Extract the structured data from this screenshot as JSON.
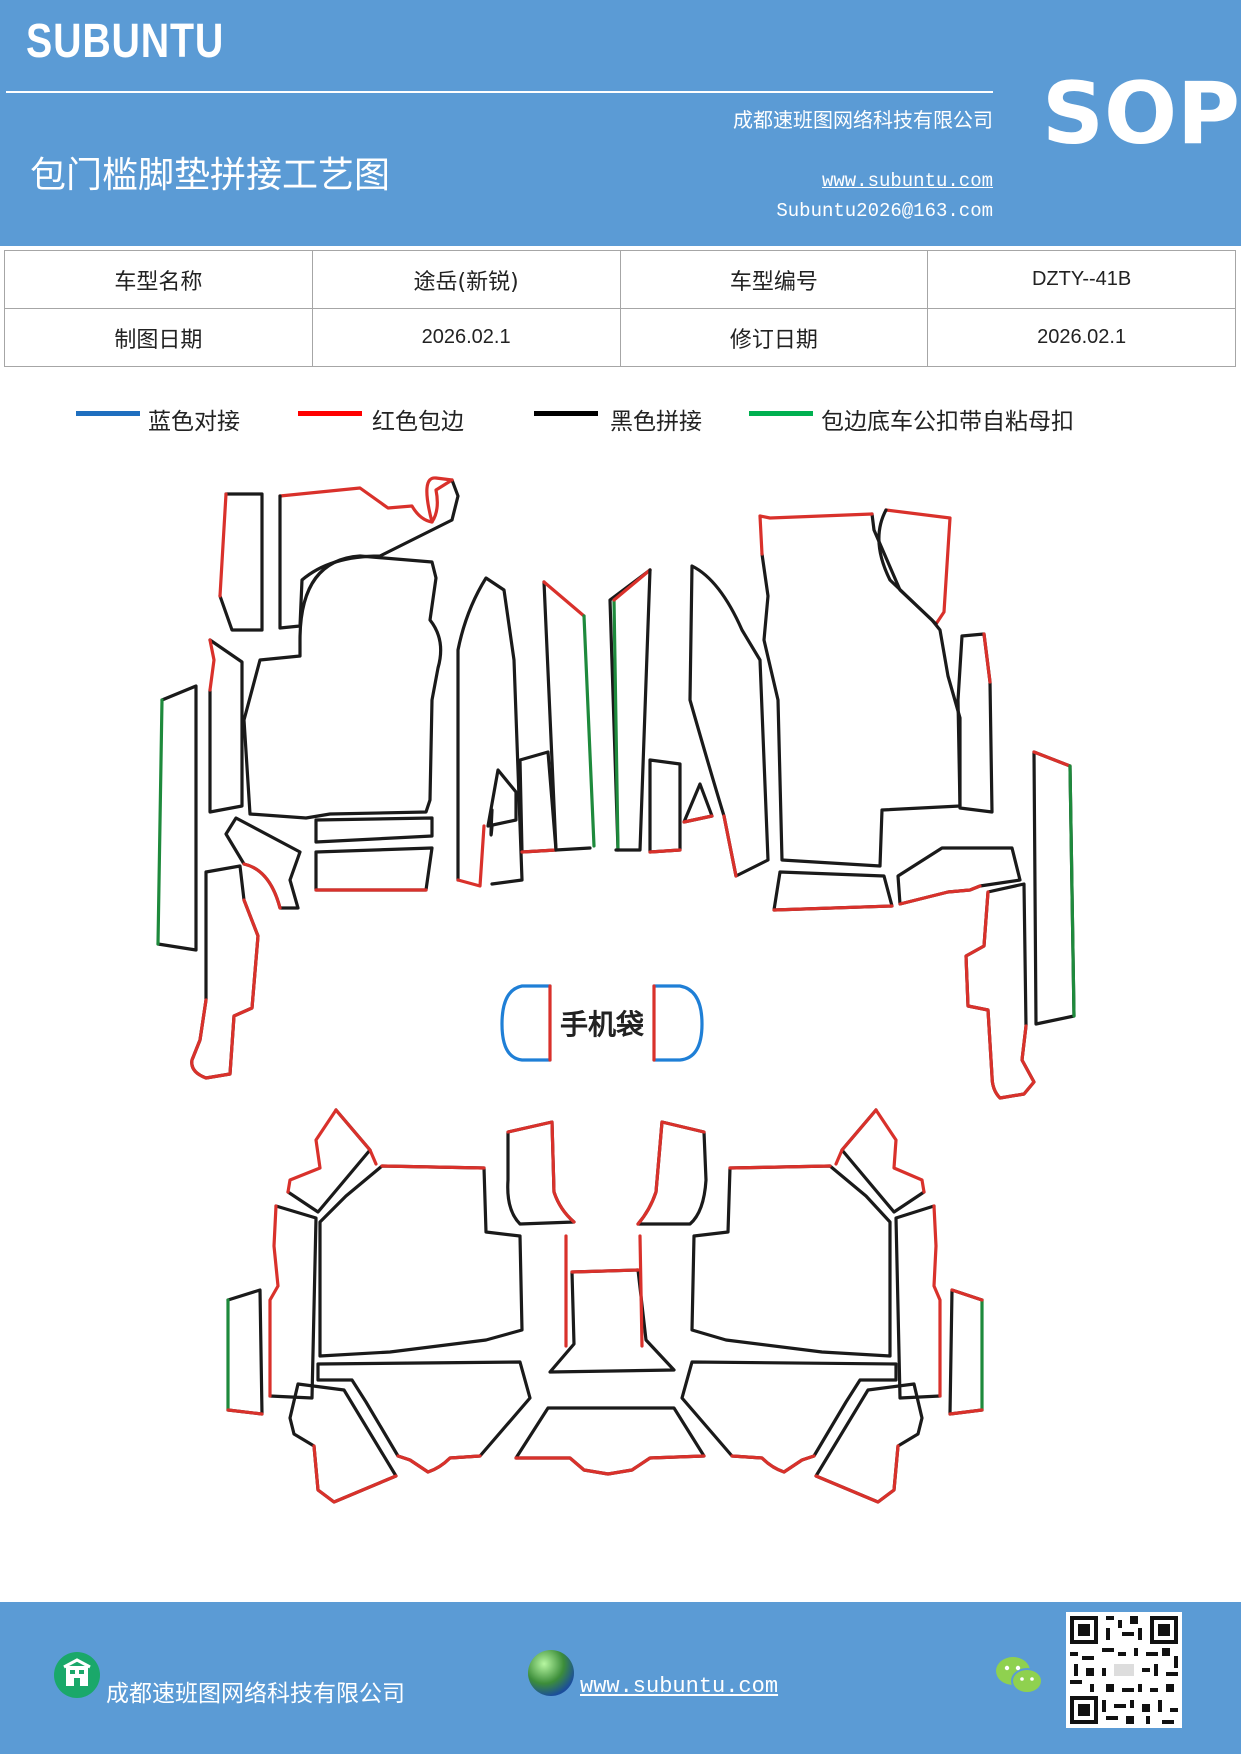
{
  "header": {
    "brand": "SUBUNTU",
    "company": "成都速班图网络科技有限公司",
    "title": "包门槛脚垫拼接工艺图",
    "website": "www.subuntu.com",
    "email": "Subuntu2026@163.com",
    "badge": "SOP"
  },
  "info_table": {
    "rows": [
      [
        "车型名称",
        "途岳(新锐)",
        "车型编号",
        "DZTY--41B"
      ],
      [
        "制图日期",
        "2026.02.1",
        "修订日期",
        "2026.02.1"
      ]
    ]
  },
  "legend": [
    {
      "label": "蓝色对接",
      "color": "#1f6fbf"
    },
    {
      "label": "红色包边",
      "color": "#ff0000"
    },
    {
      "label": "黑色拼接",
      "color": "#000000"
    },
    {
      "label": "包边底车公扣带自粘母扣",
      "color": "#00b050"
    }
  ],
  "drawing": {
    "center_label": "手机袋",
    "colors": {
      "edge_red": "#d9312b",
      "edge_black": "#1a1a1a",
      "edge_green": "#1e8a3c",
      "edge_blue": "#1f7fd6"
    }
  },
  "footer": {
    "company": "成都速班图网络科技有限公司",
    "website": "www.subuntu.com",
    "icons": [
      "building-icon",
      "globe-icon",
      "wechat-icon",
      "qr-code"
    ]
  }
}
